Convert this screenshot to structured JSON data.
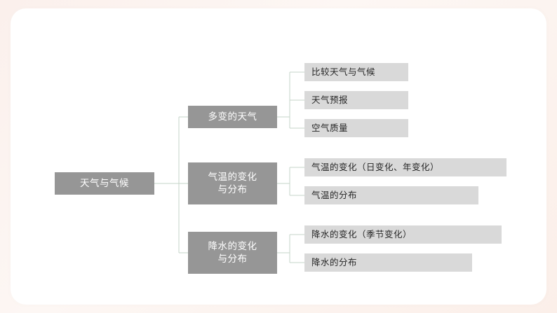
{
  "theme": {
    "page_background": "#fbf0ec",
    "card_background": "#ffffff",
    "primary_node_color": "#969696",
    "primary_node_text_color": "#ffffff",
    "leaf_node_color": "#d9d9d9",
    "leaf_node_text_color": "#262626",
    "connector_color": "#c6d4c8"
  },
  "diagram": {
    "type": "mindmap",
    "root": {
      "label": "天气与气候"
    },
    "branches": [
      {
        "label": "多变的天气",
        "children": [
          {
            "label": "比较天气与气候"
          },
          {
            "label": "天气预报"
          },
          {
            "label": "空气质量"
          }
        ]
      },
      {
        "label": "气温的变化\n与分布",
        "children": [
          {
            "label": "气温的变化（日变化、年变化）"
          },
          {
            "label": "气温的分布"
          }
        ]
      },
      {
        "label": "降水的变化\n与分布",
        "children": [
          {
            "label": "降水的变化（季节变化）"
          },
          {
            "label": "降水的分布"
          }
        ]
      }
    ]
  }
}
